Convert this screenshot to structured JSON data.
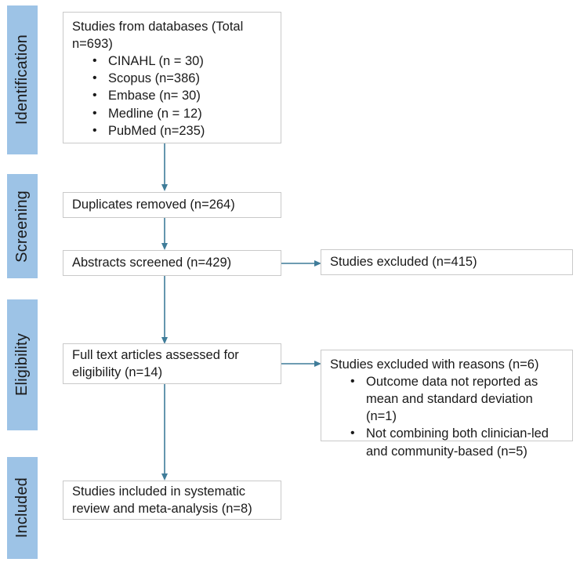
{
  "diagram": {
    "type": "prisma-flow-diagram",
    "accent_color": "#9dc3e6",
    "arrow_color": "#3f7c99",
    "box_border_color": "#c9c9c9",
    "background_color": "#ffffff"
  },
  "phases": [
    {
      "label": "Identification"
    },
    {
      "label": "Screening"
    },
    {
      "label": "Eligibility"
    },
    {
      "label": "Included"
    }
  ],
  "boxes": {
    "identification": {
      "title": "Studies from databases (Total n=693)",
      "items": [
        "CINAHL (n = 30)",
        "Scopus (n=386)",
        "Embase (n= 30)",
        "Medline (n = 12)",
        "PubMed (n=235)"
      ]
    },
    "duplicates_removed": {
      "title": "Duplicates removed (n=264)"
    },
    "abstracts_screened": {
      "title": "Abstracts screened (n=429)"
    },
    "studies_excluded": {
      "title": "Studies excluded (n=415)"
    },
    "full_text_assessed": {
      "title": "Full text articles assessed for eligibility (n=14)"
    },
    "excluded_with_reasons": {
      "title": "Studies excluded with reasons (n=6)",
      "items": [
        "Outcome data not reported as mean and standard deviation (n=1)",
        "Not combining both clinician-led and community-based (n=5)"
      ]
    },
    "studies_included": {
      "title": "Studies included in systematic review and meta-analysis (n=8)"
    }
  }
}
